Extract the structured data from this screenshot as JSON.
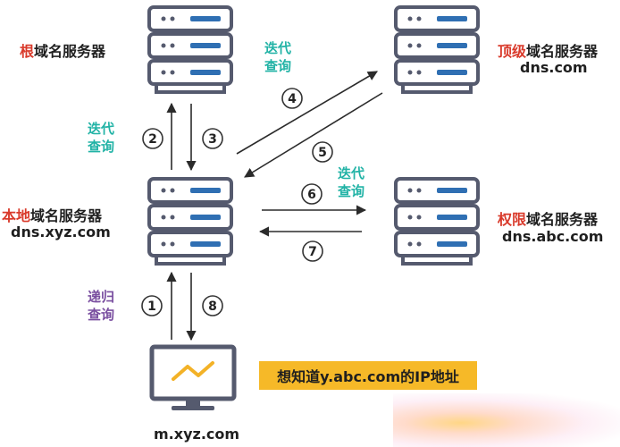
{
  "servers": {
    "root": {
      "name_hl": "根",
      "name_rest": "域名服务器"
    },
    "top": {
      "name_hl": "顶级",
      "name_rest": "域名服务器",
      "host": "dns.com"
    },
    "local": {
      "name_hl": "本地",
      "name_rest": "域名服务器",
      "host": "dns.xyz.com"
    },
    "auth": {
      "name_hl": "权限",
      "name_rest": "域名服务器",
      "host": "dns.abc.com"
    }
  },
  "client": {
    "host": "m.xyz.com"
  },
  "queries": {
    "iter_root": [
      "迭代",
      "查询"
    ],
    "iter_top": [
      "迭代",
      "查询"
    ],
    "iter_auth": [
      "迭代",
      "查询"
    ],
    "recursive": [
      "递归",
      "查询"
    ]
  },
  "steps": [
    "1",
    "2",
    "3",
    "4",
    "5",
    "6",
    "7",
    "8"
  ],
  "question": "想知道y.abc.com的IP地址",
  "colors": {
    "server_body": "#ffffff",
    "server_outline": "#555a6e",
    "server_bar": "#2f6fb3",
    "highlight": "#d93a2b",
    "iterative": "#22b3a6",
    "recursive": "#7a4fa0",
    "question_bg": "#f6b928",
    "monitor_line": "#f3b227"
  }
}
